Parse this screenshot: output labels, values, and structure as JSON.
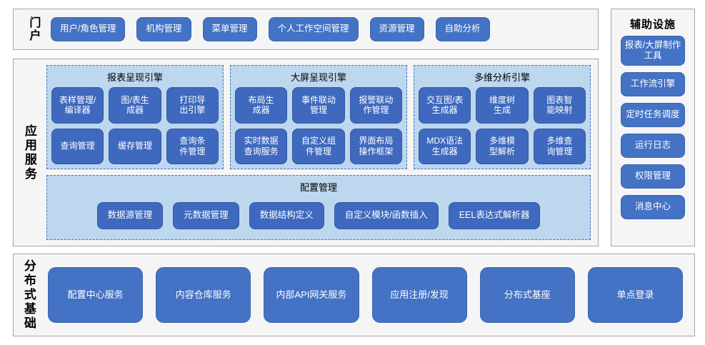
{
  "theme": {
    "button_blue": "#4472C4",
    "group_light_blue": "#BDD7EE",
    "panel_gray": "#F5F5F5",
    "panel_border": "#A6A6A6",
    "text_white": "#FFFFFF"
  },
  "portal": {
    "label": "门户",
    "buttons": [
      {
        "label": "用户/角色管理"
      },
      {
        "label": "机构管理"
      },
      {
        "label": "菜单管理"
      },
      {
        "label": "个人工作空间管理"
      },
      {
        "label": "资源管理"
      },
      {
        "label": "自助分析"
      }
    ]
  },
  "aux": {
    "title": "辅助设施",
    "items": [
      {
        "label": "报表/大屏制作工具"
      },
      {
        "label": "工作流引擎"
      },
      {
        "label": "定时任务调度"
      },
      {
        "label": "运行日志"
      },
      {
        "label": "权限管理"
      },
      {
        "label": "消息中心"
      }
    ]
  },
  "app_services": {
    "label": "应用服务",
    "engines": [
      {
        "title": "报表呈现引擎",
        "items": [
          {
            "label": "表样管理/\n编译器"
          },
          {
            "label": "图/表生\n成器"
          },
          {
            "label": "打印导\n出引擎"
          },
          {
            "label": "查询管理"
          },
          {
            "label": "缓存管理"
          },
          {
            "label": "查询条\n件管理"
          }
        ]
      },
      {
        "title": "大屏呈现引擎",
        "items": [
          {
            "label": "布局生\n成器"
          },
          {
            "label": "事件联动\n管理"
          },
          {
            "label": "报警联动\n作管理"
          },
          {
            "label": "实时数据\n查询服务"
          },
          {
            "label": "自定义组\n件管理"
          },
          {
            "label": "界面布局\n操作框架"
          }
        ]
      },
      {
        "title": "多维分析引擎",
        "items": [
          {
            "label": "交互图/表\n生成器"
          },
          {
            "label": "维度树\n生成"
          },
          {
            "label": "图表智\n能映射"
          },
          {
            "label": "MDX语法\n生成器"
          },
          {
            "label": "多维模\n型解析"
          },
          {
            "label": "多维查\n询管理"
          }
        ]
      }
    ],
    "config": {
      "title": "配置管理",
      "items": [
        {
          "label": "数据源管理"
        },
        {
          "label": "元数据管理"
        },
        {
          "label": "数据结构定义"
        },
        {
          "label": "自定义模块/函数插入"
        },
        {
          "label": "EEL表达式解析器"
        }
      ]
    }
  },
  "infrastructure": {
    "label": "分布式基础",
    "items": [
      {
        "label": "配置中心服务"
      },
      {
        "label": "内容仓库服务"
      },
      {
        "label": "内部API网关服务"
      },
      {
        "label": "应用注册/发现"
      },
      {
        "label": "分布式基座"
      },
      {
        "label": "单点登录"
      }
    ]
  }
}
